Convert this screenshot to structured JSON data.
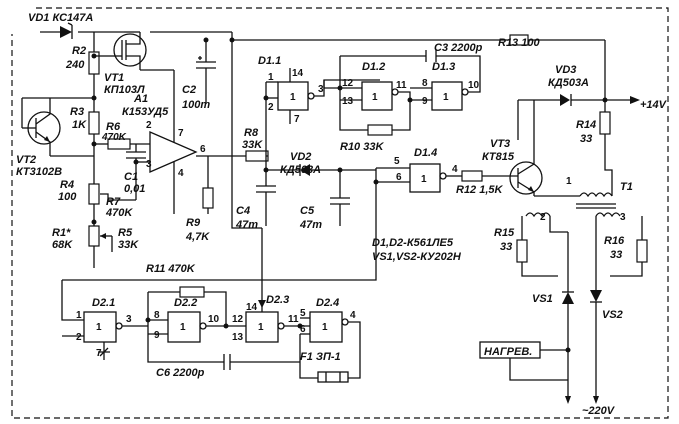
{
  "labels": {
    "vd1": "VD1 КС147А",
    "r2": "R2",
    "r2_val": "240",
    "vt1": "VT1",
    "vt1_type": "КП103Л",
    "r3": "R3",
    "r3_val": "1K",
    "a1": "A1",
    "a1_type": "К153УД5",
    "vt2": "VT2",
    "vt2_type": "КТ3102В",
    "r6": "R6",
    "r6_val": "470K",
    "c1": "C1",
    "c1_val": "0,01",
    "r4": "R4",
    "r4_val": "100",
    "r7": "R7",
    "r7_val": "470K",
    "r1": "R1*",
    "r1_val": "68K",
    "r5": "R5",
    "r5_val": "33K",
    "c2": "C2",
    "c2_val": "100m",
    "r9": "R9",
    "r9_val": "4,7K",
    "d11": "D1.1",
    "d12": "D1.2",
    "d13": "D1.3",
    "d14": "D1.4",
    "c3": "C3 2200p",
    "r13": "R13 100",
    "vd3": "VD3",
    "vd3_type": "КД503А",
    "out": "+14V",
    "r8": "R8",
    "r8_val": "33K",
    "vd2": "VD2",
    "vd2_type": "КД503А",
    "r10": "R10 33K",
    "vt3": "VT3",
    "vt3_type": "КТ815",
    "r14": "R14",
    "r14_val": "33",
    "c4": "C4",
    "c4_val": "47m",
    "c5": "C5",
    "c5_val": "47m",
    "r12": "R12 1,5K",
    "t1": "T1",
    "parts1": "D1,D2-К561ЛЕ5",
    "parts2": "VS1,VS2-КУ202Н",
    "r15": "R15",
    "r15_val": "33",
    "r16": "R16",
    "r16_val": "33",
    "vs1": "VS1",
    "vs2": "VS2",
    "r11": "R11 470K",
    "d21": "D2.1",
    "d22": "D2.2",
    "d23": "D2.3",
    "d24": "D2.4",
    "c6": "C6 2200p",
    "f1": "F1 ЗП-1",
    "heater": "НАГРЕВ.",
    "mains": "~220V"
  },
  "pins": {
    "op_in": "2",
    "op_ref": "3",
    "op_out": "6",
    "op_v7": "7",
    "op_v4": "4",
    "d11_a": "1",
    "d11_b": "2",
    "d11_out": "3",
    "d11_14": "14",
    "d11_7": "7",
    "d12_a": "12",
    "d12_b": "13",
    "d12_out": "11",
    "d13_a": "8",
    "d13_b": "9",
    "d13_out": "10",
    "d14_a": "5",
    "d14_b": "6",
    "d14_out": "4",
    "d21_a": "1",
    "d21_b": "2",
    "d21_out": "3",
    "d21_7": "7",
    "d22_a": "8",
    "d22_b": "9",
    "d22_out": "10",
    "d23_a": "12",
    "d23_b": "13",
    "d23_out": "11",
    "d23_14": "14",
    "d24_a": "5",
    "d24_b": "6",
    "d24_out": "4",
    "t1_w1": "1",
    "t1_w2": "2",
    "t1_w3": "3",
    "gate_sym": "1"
  }
}
